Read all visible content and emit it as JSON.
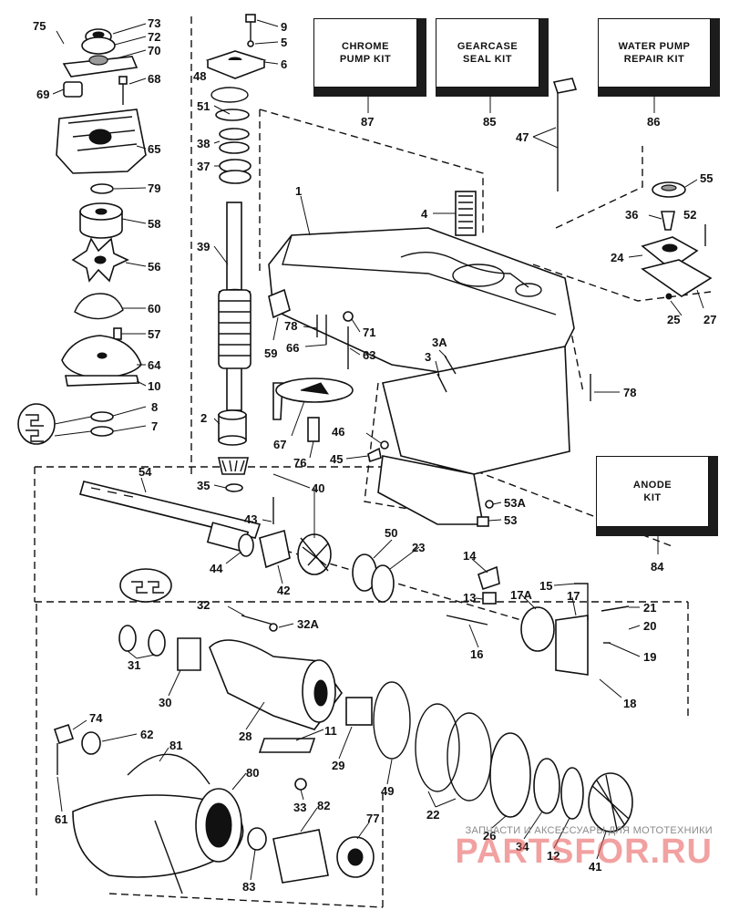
{
  "kits": [
    {
      "id": "chrome",
      "line1": "CHROME",
      "line2": "PUMP KIT",
      "ref": "87"
    },
    {
      "id": "gearcase",
      "line1": "GEARCASE",
      "line2": "SEAL KIT",
      "ref": "85"
    },
    {
      "id": "waterpump",
      "line1": "WATER PUMP",
      "line2": "REPAIR KIT",
      "ref": "86"
    },
    {
      "id": "anode",
      "line1": "ANODE",
      "line2": "KIT",
      "ref": "84"
    }
  ],
  "callouts": {
    "c75": "75",
    "c73": "73",
    "c72": "72",
    "c70": "70",
    "c68": "68",
    "c69": "69",
    "c65": "65",
    "c79": "79",
    "c58": "58",
    "c56": "56",
    "c60": "60",
    "c57": "57",
    "c64": "64",
    "c10": "10",
    "c8": "8",
    "c7": "7",
    "c9": "9",
    "c5": "5",
    "c6": "6",
    "c48": "48",
    "c51": "51",
    "c38": "38",
    "c37": "37",
    "c39": "39",
    "c2": "2",
    "c35": "35",
    "c40": "40",
    "c1": "1",
    "c4": "4",
    "c47": "47",
    "c55": "55",
    "c36": "36",
    "c52": "52",
    "c24": "24",
    "c25": "25",
    "c27": "27",
    "c59": "59",
    "c78a": "78",
    "c66": "66",
    "c71": "71",
    "c63": "63",
    "c3a": "3A",
    "c3": "3",
    "c78b": "78",
    "c67": "67",
    "c76": "76",
    "c46": "46",
    "c45": "45",
    "c53a": "53A",
    "c53": "53",
    "c54": "54",
    "c43": "43",
    "c44": "44",
    "c42": "42",
    "c50": "50",
    "c23": "23",
    "c14": "14",
    "c15": "15",
    "c13": "13",
    "c17a": "17A",
    "c17": "17",
    "c21": "21",
    "c20": "20",
    "c19": "19",
    "c16": "16",
    "c18": "18",
    "c32": "32",
    "c32a": "32A",
    "c31": "31",
    "c30": "30",
    "c28": "28",
    "c11": "11",
    "c29": "29",
    "c49": "49",
    "c74": "74",
    "c62": "62",
    "c81": "81",
    "c80": "80",
    "c61": "61",
    "c33": "33",
    "c82": "82",
    "c77": "77",
    "c83": "83",
    "c22": "22",
    "c26": "26",
    "c34": "34",
    "c12": "12",
    "c41": "41"
  },
  "watermark": {
    "caption": "ЗАПЧАСТИ И АКСЕССУАРЫ ДЛЯ МОТОТЕХНИКИ",
    "brand": "PARTSFOR.RU"
  }
}
